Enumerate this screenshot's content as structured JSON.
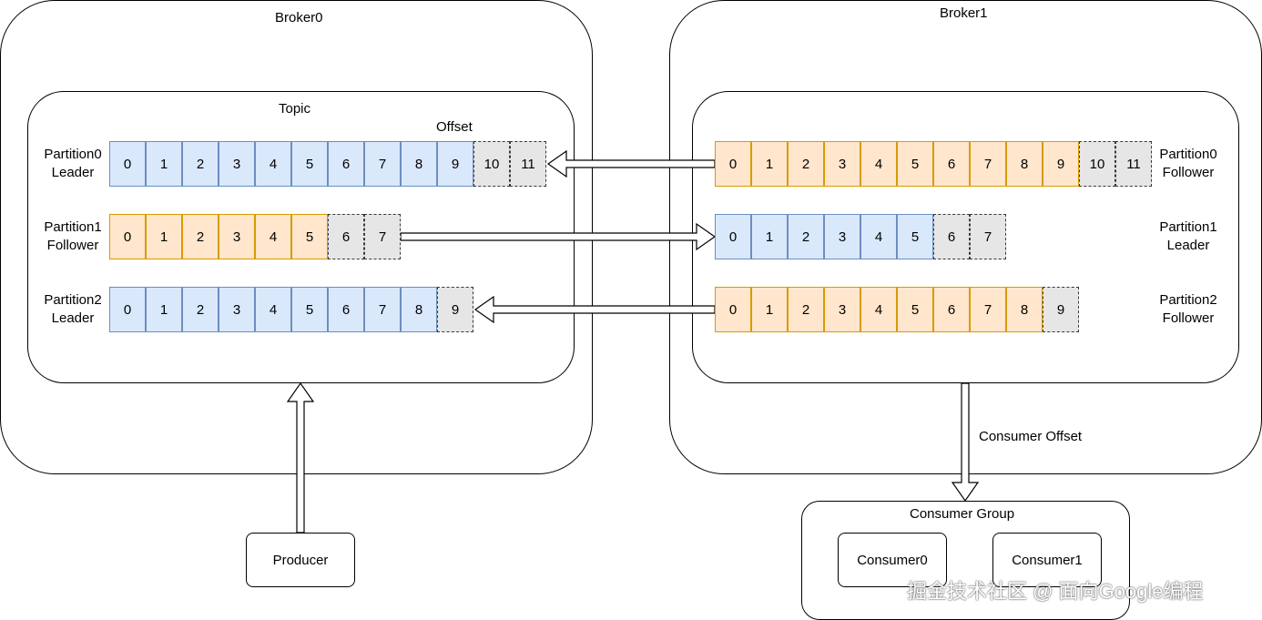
{
  "brokers": [
    {
      "title": "Broker0",
      "inner_title": "Topic",
      "offset_label": "Offset"
    },
    {
      "title": "Broker1"
    }
  ],
  "broker0_partitions": [
    {
      "label_line1": "Partition0",
      "label_line2": "Leader",
      "color": "#dae8fc",
      "committed": [
        "0",
        "1",
        "2",
        "3",
        "4",
        "5",
        "6",
        "7",
        "8",
        "9"
      ],
      "pending": [
        "10",
        "11"
      ]
    },
    {
      "label_line1": "Partition1",
      "label_line2": "Follower",
      "color": "#ffe6cc",
      "committed": [
        "0",
        "1",
        "2",
        "3",
        "4",
        "5"
      ],
      "pending": [
        "6",
        "7"
      ]
    },
    {
      "label_line1": "Partition2",
      "label_line2": "Leader",
      "color": "#dae8fc",
      "committed": [
        "0",
        "1",
        "2",
        "3",
        "4",
        "5",
        "6",
        "7",
        "8"
      ],
      "pending": [
        "9"
      ]
    }
  ],
  "broker1_partitions": [
    {
      "label_line1": "Partition0",
      "label_line2": "Follower",
      "color": "#ffe6cc",
      "committed": [
        "0",
        "1",
        "2",
        "3",
        "4",
        "5",
        "6",
        "7",
        "8",
        "9"
      ],
      "pending": [
        "10",
        "11"
      ]
    },
    {
      "label_line1": "Partition1",
      "label_line2": "Leader",
      "color": "#dae8fc",
      "committed": [
        "0",
        "1",
        "2",
        "3",
        "4",
        "5"
      ],
      "pending": [
        "6",
        "7"
      ]
    },
    {
      "label_line1": "Partition2",
      "label_line2": "Follower",
      "color": "#ffe6cc",
      "committed": [
        "0",
        "1",
        "2",
        "3",
        "4",
        "5",
        "6",
        "7",
        "8"
      ],
      "pending": [
        "9"
      ]
    }
  ],
  "producer": {
    "label": "Producer"
  },
  "consumer_offset_label": "Consumer Offset",
  "consumer_group": {
    "title": "Consumer Group",
    "consumers": [
      "Consumer0",
      "Consumer1"
    ]
  },
  "watermark": "掘金技术社区 @ 面向Google编程",
  "colors": {
    "leader_fill": "#dae8fc",
    "follower_fill": "#ffe6cc",
    "pending_fill": "#e6e6e6"
  }
}
